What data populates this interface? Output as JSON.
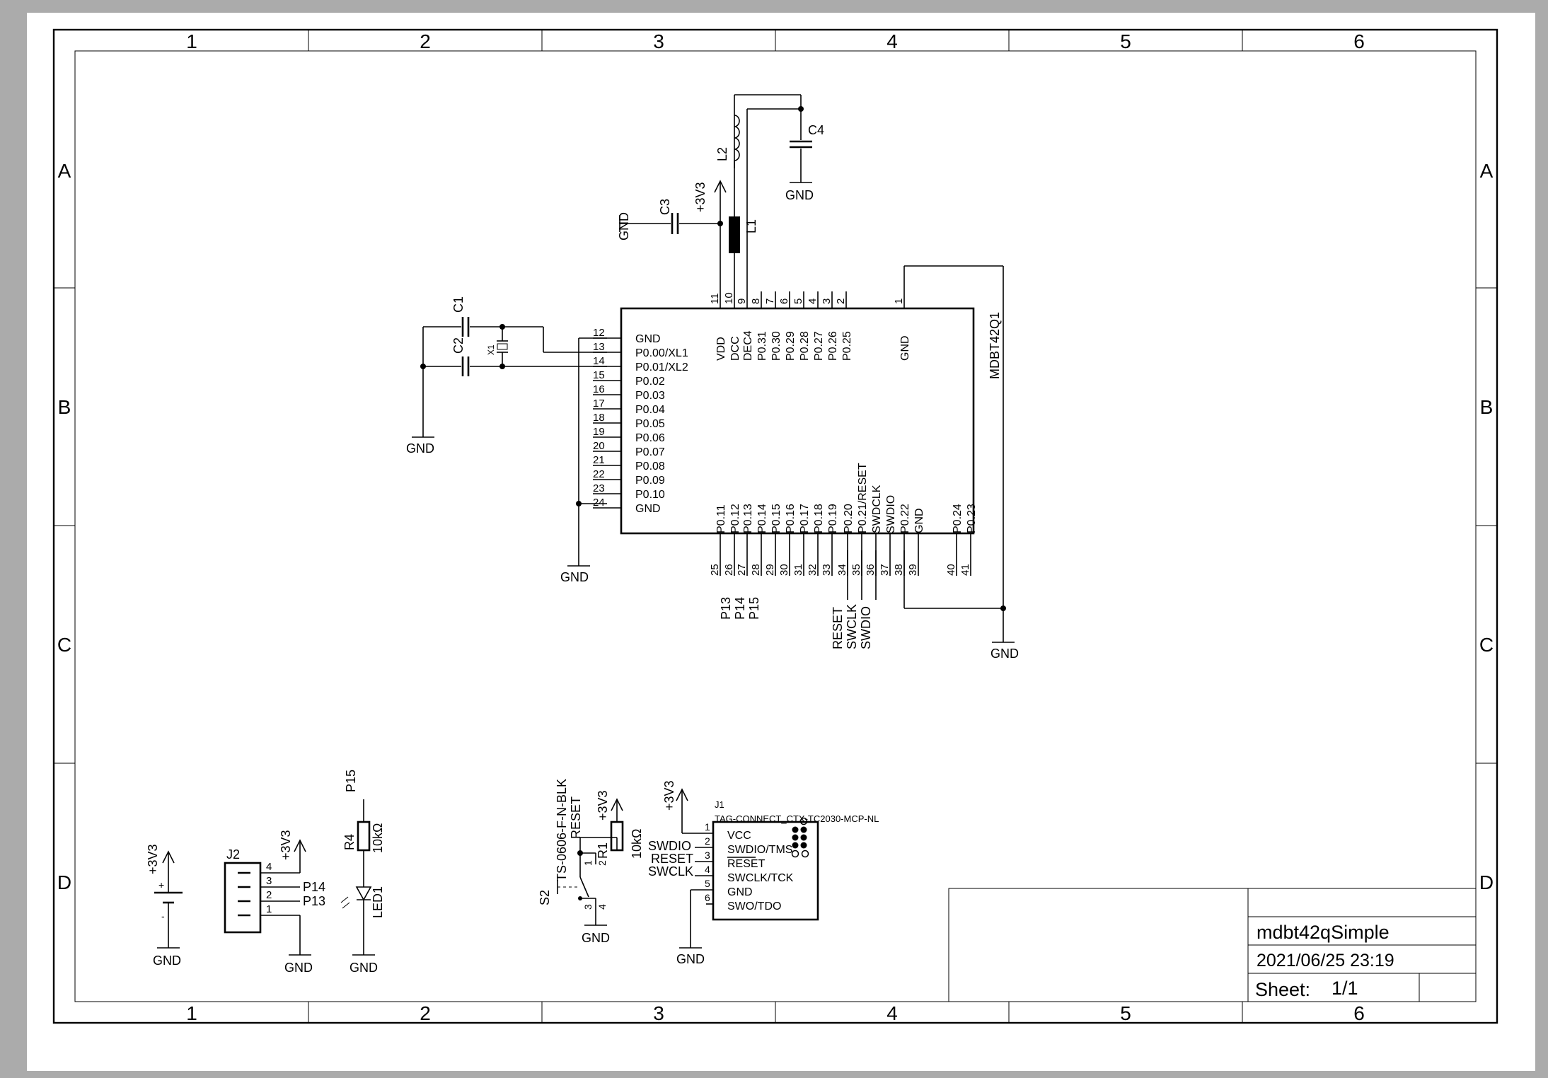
{
  "frame": {
    "columns": [
      "1",
      "2",
      "3",
      "4",
      "5",
      "6"
    ],
    "rows": [
      "A",
      "B",
      "C",
      "D"
    ]
  },
  "title_block": {
    "name": "mdbt42qSimple",
    "date": "2021/06/25 23:19",
    "sheet_label": "Sheet:",
    "sheet_value": "1/1"
  },
  "module": {
    "ref": "MDBT42Q1",
    "left_pins": [
      {
        "num": "12",
        "name": "GND"
      },
      {
        "num": "13",
        "name": "P0.00/XL1"
      },
      {
        "num": "14",
        "name": "P0.01/XL2"
      },
      {
        "num": "15",
        "name": "P0.02"
      },
      {
        "num": "16",
        "name": "P0.03"
      },
      {
        "num": "17",
        "name": "P0.04"
      },
      {
        "num": "18",
        "name": "P0.05"
      },
      {
        "num": "19",
        "name": "P0.06"
      },
      {
        "num": "20",
        "name": "P0.07"
      },
      {
        "num": "21",
        "name": "P0.08"
      },
      {
        "num": "22",
        "name": "P0.09"
      },
      {
        "num": "23",
        "name": "P0.10"
      },
      {
        "num": "24",
        "name": "GND"
      }
    ],
    "top_pins": [
      {
        "num": "11",
        "name": "VDD"
      },
      {
        "num": "10",
        "name": "DCC"
      },
      {
        "num": "9",
        "name": "DEC4"
      },
      {
        "num": "8",
        "name": "P0.31"
      },
      {
        "num": "7",
        "name": "P0.30"
      },
      {
        "num": "6",
        "name": "P0.29"
      },
      {
        "num": "5",
        "name": "P0.28"
      },
      {
        "num": "4",
        "name": "P0.27"
      },
      {
        "num": "3",
        "name": "P0.26"
      },
      {
        "num": "2",
        "name": "P0.25"
      },
      {
        "num": "1",
        "name": "GND"
      }
    ],
    "bottom_pins": [
      {
        "num": "25",
        "name": "P0.11"
      },
      {
        "num": "26",
        "name": "P0.12"
      },
      {
        "num": "27",
        "name": "P0.13"
      },
      {
        "num": "28",
        "name": "P0.14"
      },
      {
        "num": "29",
        "name": "P0.15"
      },
      {
        "num": "30",
        "name": "P0.16"
      },
      {
        "num": "31",
        "name": "P0.17"
      },
      {
        "num": "32",
        "name": "P0.18"
      },
      {
        "num": "33",
        "name": "P0.19"
      },
      {
        "num": "34",
        "name": "P0.20"
      },
      {
        "num": "35",
        "name": "P0.21/RESET"
      },
      {
        "num": "36",
        "name": "SWDCLK"
      },
      {
        "num": "37",
        "name": "SWDIO"
      },
      {
        "num": "38",
        "name": "P0.22"
      },
      {
        "num": "39",
        "name": "GND"
      },
      {
        "num": "40",
        "name": "P0.24"
      },
      {
        "num": "41",
        "name": "P0.23"
      }
    ]
  },
  "components": {
    "c1": "C1",
    "c2": "C2",
    "c3": "C3",
    "c4": "C4",
    "l1": "L1",
    "l2": "L2",
    "x1": "X1",
    "r1": "R1",
    "r1_value": "10kΩ",
    "r4": "R4",
    "r4_value": "10kΩ",
    "led1": "LED1",
    "j2": "J2",
    "s2": "S2",
    "s2_part": "TS-0606-F-N-BLK",
    "s2_net": "RESET",
    "j1": "J1",
    "j1_part": "TAG-CONNECT_CTX-TC2030-MCP-NL"
  },
  "nets": {
    "gnd": "GND",
    "v3": "+3V3",
    "p13": "P13",
    "p14": "P14",
    "p15": "P15",
    "reset": "RESET",
    "swclk": "SWCLK",
    "swdio": "SWDIO",
    "plus": "+",
    "minus": "-"
  },
  "j2_pins": [
    "4",
    "3",
    "2",
    "1"
  ],
  "s2_pins": [
    "1",
    "2",
    "3",
    "4"
  ],
  "j1_pins": [
    {
      "num": "1",
      "name": "VCC"
    },
    {
      "num": "2",
      "name": "SWDIO/TMS"
    },
    {
      "num": "3",
      "name": "RESET"
    },
    {
      "num": "4",
      "name": "SWCLK/TCK"
    },
    {
      "num": "5",
      "name": "GND"
    },
    {
      "num": "6",
      "name": "SWO/TDO"
    }
  ]
}
